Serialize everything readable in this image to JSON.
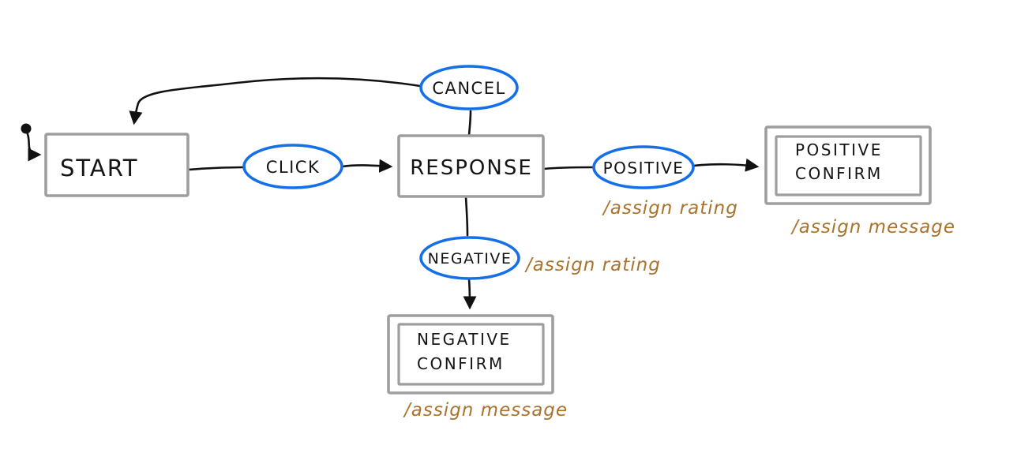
{
  "diagram": {
    "type": "state-machine",
    "style": "hand-drawn",
    "colors": {
      "canvas_background": "#ffffff",
      "state_border": "#9e9e9e",
      "event_border": "#146fe8",
      "label_text": "#141414",
      "annotation_text": "#a9722d",
      "connector": "#111111"
    },
    "states": {
      "start": {
        "label": "START"
      },
      "response": {
        "label": "RESPONSE"
      },
      "positive_confirm": {
        "line1": "POSITIVE",
        "line2": "CONFIRM"
      },
      "negative_confirm": {
        "line1": "NEGATIVE",
        "line2": "CONFIRM"
      }
    },
    "events": {
      "click": {
        "label": "CLICK"
      },
      "cancel": {
        "label": "CANCEL"
      },
      "positive": {
        "label": "POSITIVE"
      },
      "negative": {
        "label": "NEGATIVE"
      }
    },
    "annotations": {
      "positive_action": "/assign rating",
      "negative_action": "/assign rating",
      "positive_confirm_action": "/assign message",
      "negative_confirm_action": "/assign message"
    }
  }
}
